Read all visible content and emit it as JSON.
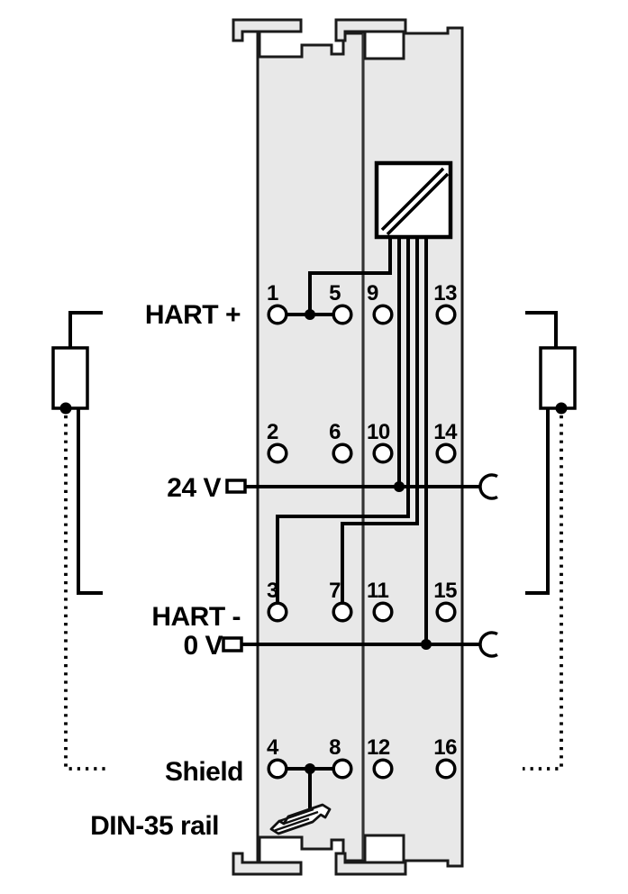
{
  "diagram": {
    "type": "terminal-wiring-diagram",
    "subject": "HART I/O module connection diagram"
  },
  "labels": {
    "hart_plus": "HART +",
    "supply_24v": "24 V",
    "hart_minus": "HART -",
    "supply_0v": "0 V",
    "shield": "Shield",
    "din_rail": "DIN-35 rail"
  },
  "terminal_numbers": [
    [
      "1",
      "5",
      "9",
      "13"
    ],
    [
      "2",
      "6",
      "10",
      "14"
    ],
    [
      "3",
      "7",
      "11",
      "15"
    ],
    [
      "4",
      "8",
      "12",
      "16"
    ]
  ],
  "colors": {
    "module_fill": "#e8e8e8",
    "outline": "#1a1a1a",
    "wire": "#000000",
    "background": "#ffffff"
  },
  "icons": {
    "electronics": "square-with-double-diagonal",
    "din_rail": "isometric-top-hat-rail",
    "field_device": "rectangle-transmitter-symbol",
    "open_contact": "open-arc-socket"
  }
}
